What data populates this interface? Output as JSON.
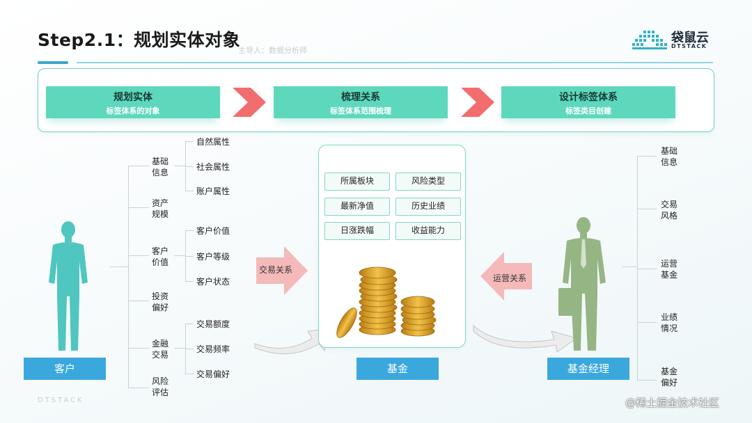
{
  "header": {
    "title": "Step2.1：规划实体对象",
    "presenter": "主导人：数据分析师",
    "logo": {
      "cn": "袋鼠云",
      "en": "DTSTACK"
    }
  },
  "process_steps": [
    {
      "title": "规划实体",
      "subtitle": "标签体系的对象"
    },
    {
      "title": "梳理关系",
      "subtitle": "标签体系范围梳理"
    },
    {
      "title": "设计标签体系",
      "subtitle": "标签类目创建"
    }
  ],
  "customer": {
    "label": "客户",
    "categories": [
      {
        "label": "基础信息",
        "subs": [
          "自然属性",
          "社会属性",
          "账户属性"
        ]
      },
      {
        "label": "资产规模",
        "subs": []
      },
      {
        "label": "客户价值",
        "subs": [
          "客户价值",
          "客户等级",
          "客户状态"
        ]
      },
      {
        "label": "投资偏好",
        "subs": []
      },
      {
        "label": "金融交易",
        "subs": [
          "交易额度",
          "交易频率",
          "交易偏好"
        ]
      },
      {
        "label": "风险评估",
        "subs": []
      }
    ]
  },
  "fund": {
    "label": "基金",
    "tags": [
      "所属板块",
      "风险类型",
      "最新净值",
      "历史业绩",
      "日涨跌幅",
      "收益能力"
    ]
  },
  "manager": {
    "label": "基金经理",
    "categories": [
      "基础信息",
      "交易风格",
      "运营基金",
      "业绩情况",
      "基金偏好"
    ]
  },
  "relations": {
    "customer_fund": "交易关系",
    "manager_fund": "运营关系"
  },
  "footer": {
    "brand": "DTSTACK",
    "watermark": "@稀土掘金技术社区"
  },
  "colors": {
    "step_fill": "#5ed8bd",
    "panel_border": "#6fd0c0",
    "chevron": "#f26d6d",
    "entity_box": "#3aa8dd",
    "customer_figure": "#4fc6c0",
    "manager_figure": "#96b584",
    "relation_arrow": "#f5b9b9",
    "coin": "#e0a526"
  }
}
